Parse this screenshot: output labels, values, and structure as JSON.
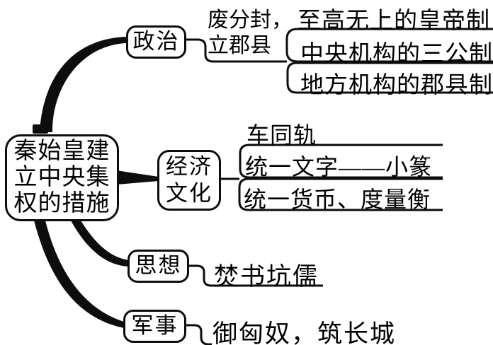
{
  "root": {
    "label": "秦始皇建立中央集权的措施",
    "label_lines": [
      "秦始皇建",
      "立中央集",
      "权的措施"
    ]
  },
  "branches": [
    {
      "label": "政治",
      "note_lines": [
        "废分封，",
        "立郡县"
      ],
      "leaves": [
        "至高无上的皇帝制",
        "中央机构的三公制",
        "地方机构的郡县制"
      ]
    },
    {
      "label": "经济文化",
      "label_lines": [
        "经济",
        "文化"
      ],
      "leaves": [
        "车同轨",
        "统一文字——小篆",
        "统一货币、度量衡"
      ]
    },
    {
      "label": "思想",
      "leaves": [
        "焚书坑儒"
      ]
    },
    {
      "label": "军事",
      "leaves": [
        "御匈奴，筑长城"
      ]
    }
  ],
  "colors": {
    "ink": "#000000",
    "background": "#ffffff"
  }
}
